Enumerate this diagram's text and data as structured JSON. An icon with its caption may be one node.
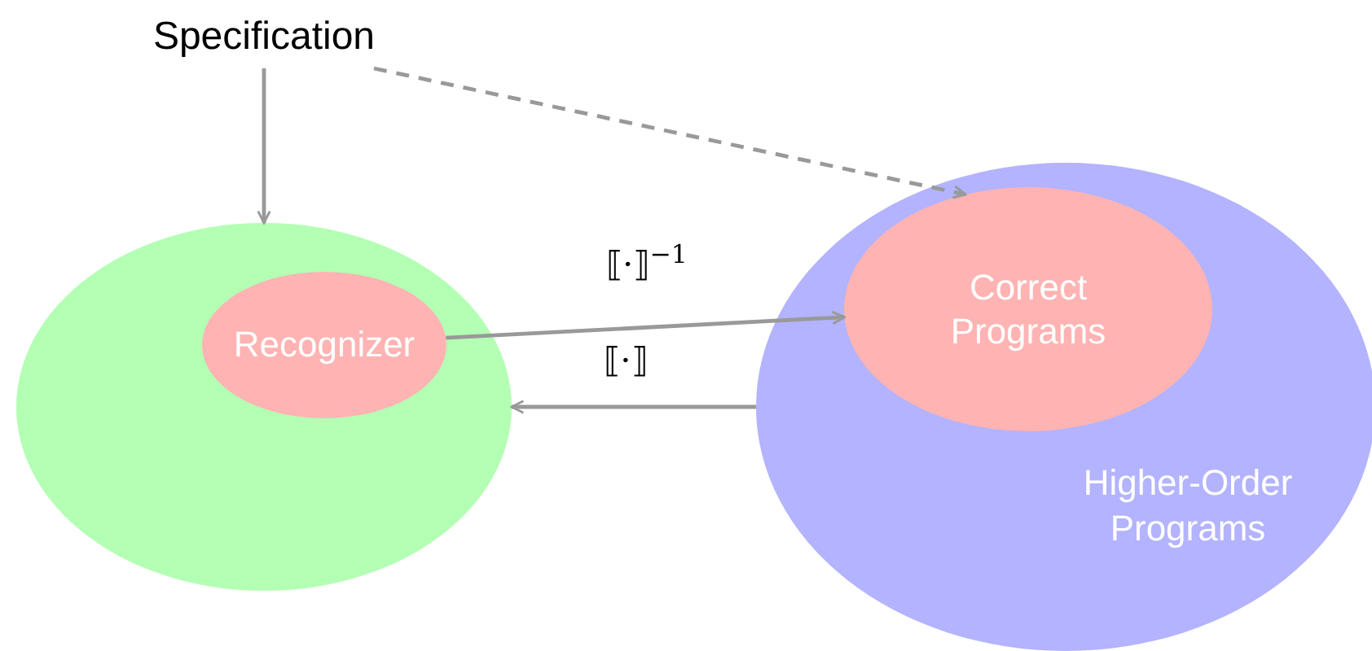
{
  "diagram": {
    "nodes": [
      {
        "text": [
          "Specification"
        ]
      },
      {
        "text": [],
        "shape": "circle"
      },
      {
        "text": [
          "Recognizer"
        ],
        "in": 1
      },
      {
        "text": [
          "Higher-Order Programs"
        ]
      },
      {
        "text": [
          "Correct Programs"
        ],
        "in": 3
      }
    ],
    "edges": [
      {
        "from": 0,
        "to": 1,
        "arrow": "to"
      },
      {
        "from": 0,
        "to": 4,
        "arrow": "to",
        "style": "dashed"
      },
      {
        "from": 2,
        "to": 4,
        "arrow": "to",
        "label": "⟦·⟧$^{−1}$"
      },
      {
        "from": 3,
        "to": 1,
        "arrow": "to",
        "label": "⟦·⟧"
      }
    ]
  }
}
